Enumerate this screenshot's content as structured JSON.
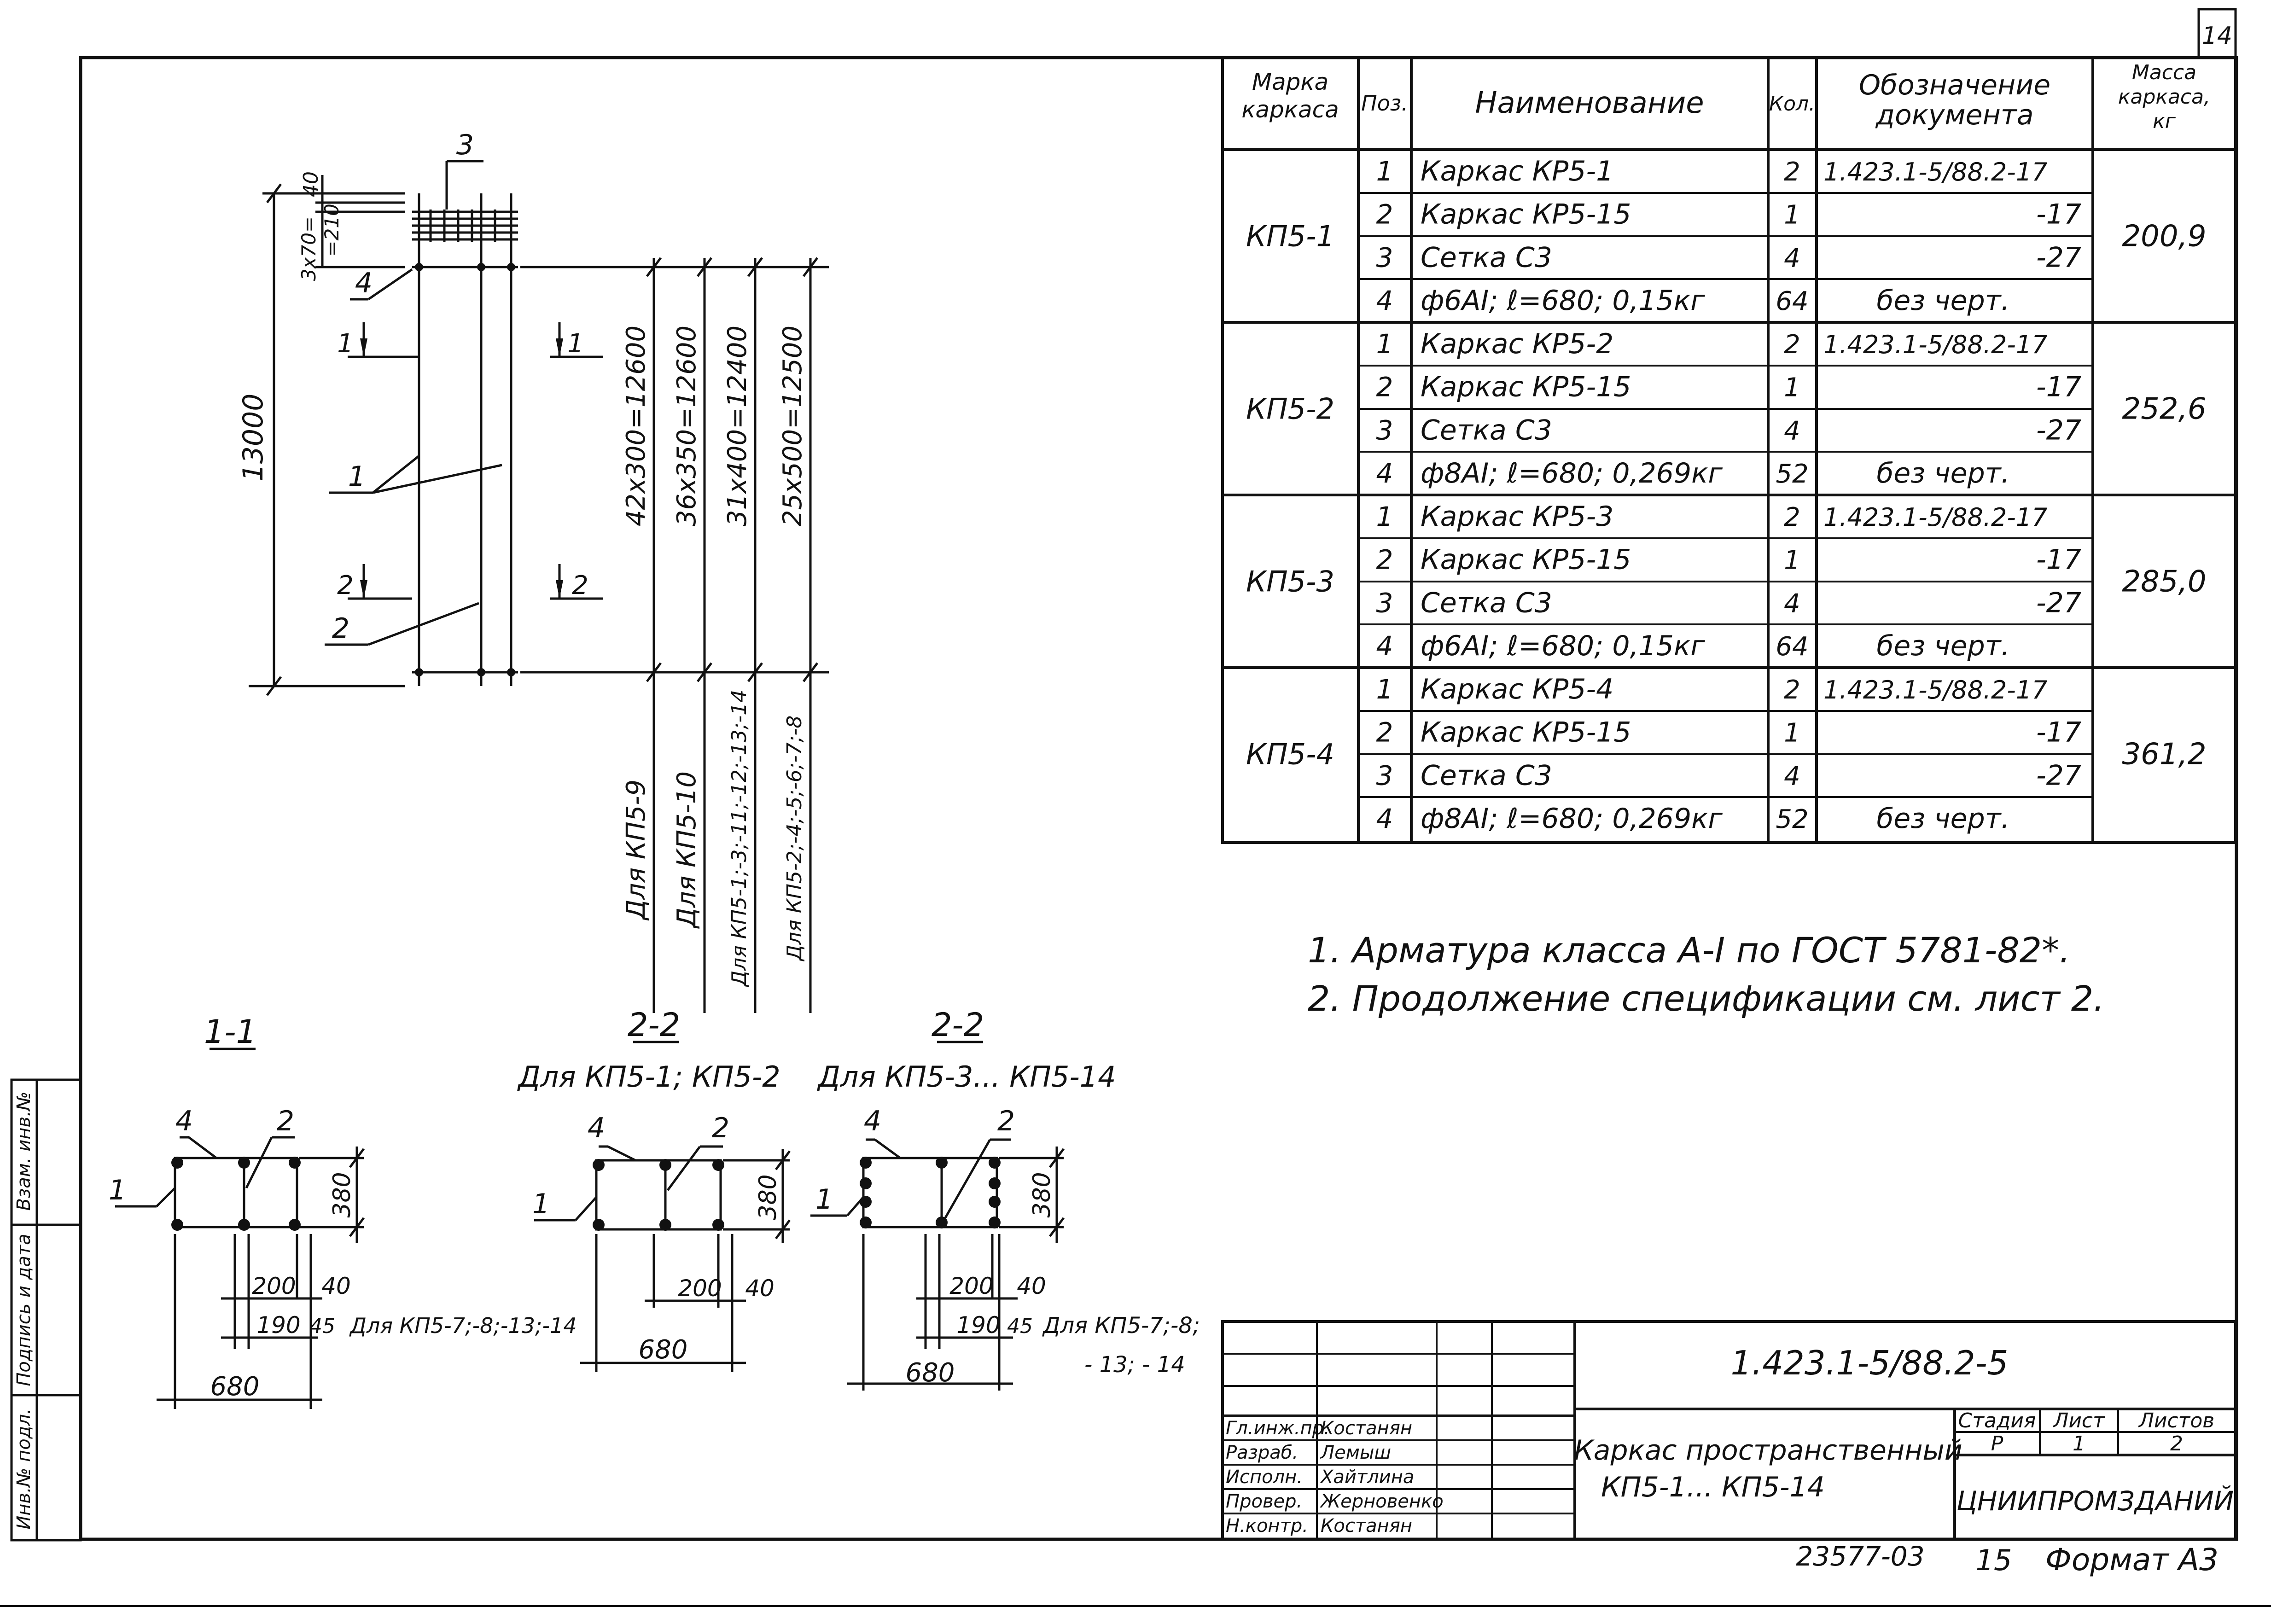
{
  "sheet_number": "14",
  "spec_table": {
    "headers": {
      "mark": [
        "Марка",
        "каркаса"
      ],
      "pos": "Поз.",
      "name": "Наименование",
      "qty": "Кол.",
      "doc": [
        "Обозначение",
        "документа"
      ],
      "mass": [
        "Масса",
        "каркаса,",
        "кг"
      ]
    },
    "groups": [
      {
        "mark": "КП5-1",
        "mass": "200,9",
        "rows": [
          {
            "pos": "1",
            "name": "Каркас КР5-1",
            "qty": "2",
            "doc": "1.423.1-5/88.2-17"
          },
          {
            "pos": "2",
            "name": "Каркас КР5-15",
            "qty": "1",
            "doc": "-17"
          },
          {
            "pos": "3",
            "name": "Сетка С3",
            "qty": "4",
            "doc": "-27"
          },
          {
            "pos": "4",
            "name": "ф6АI; ℓ=680; 0,15кг",
            "qty": "64",
            "doc": "без черт."
          }
        ]
      },
      {
        "mark": "КП5-2",
        "mass": "252,6",
        "rows": [
          {
            "pos": "1",
            "name": "Каркас КР5-2",
            "qty": "2",
            "doc": "1.423.1-5/88.2-17"
          },
          {
            "pos": "2",
            "name": "Каркас КР5-15",
            "qty": "1",
            "doc": "-17"
          },
          {
            "pos": "3",
            "name": "Сетка С3",
            "qty": "4",
            "doc": "-27"
          },
          {
            "pos": "4",
            "name": "ф8АI; ℓ=680; 0,269кг",
            "qty": "52",
            "doc": "без черт."
          }
        ]
      },
      {
        "mark": "КП5-3",
        "mass": "285,0",
        "rows": [
          {
            "pos": "1",
            "name": "Каркас КР5-3",
            "qty": "2",
            "doc": "1.423.1-5/88.2-17"
          },
          {
            "pos": "2",
            "name": "Каркас КР5-15",
            "qty": "1",
            "doc": "-17"
          },
          {
            "pos": "3",
            "name": "Сетка С3",
            "qty": "4",
            "doc": "-27"
          },
          {
            "pos": "4",
            "name": "ф6АI; ℓ=680; 0,15кг",
            "qty": "64",
            "doc": "без черт."
          }
        ]
      },
      {
        "mark": "КП5-4",
        "mass": "361,2",
        "rows": [
          {
            "pos": "1",
            "name": "Каркас КР5-4",
            "qty": "2",
            "doc": "1.423.1-5/88.2-17"
          },
          {
            "pos": "2",
            "name": "Каркас КР5-15",
            "qty": "1",
            "doc": "-17"
          },
          {
            "pos": "3",
            "name": "Сетка С3",
            "qty": "4",
            "doc": "-27"
          },
          {
            "pos": "4",
            "name": "ф8АI; ℓ=680; 0,269кг",
            "qty": "52",
            "doc": "без черт."
          }
        ]
      }
    ]
  },
  "notes": [
    "1. Арматура класса А-I по ГОСТ 5781-82*.",
    "2. Продолжение спецификации см. лист 2."
  ],
  "elevation": {
    "overall": "13000",
    "top_40": "40",
    "top_spacing_a": "3х70=",
    "top_spacing_b": "=210",
    "pos_labels": [
      "3",
      "4",
      "1",
      "2"
    ],
    "section_marks": [
      "1",
      "1",
      "2",
      "2"
    ],
    "dims": [
      "42х300=12600",
      "36х350=12600",
      "31х400=12400",
      "25х500=12500"
    ],
    "dims_for": [
      "Для КП5-9",
      "Для КП5-10",
      "Для КП5-1;-3;-11;-12;-13;-14",
      "Для КП5-2;-4;-5;-6;-7;-8"
    ]
  },
  "sections": [
    {
      "title": "1-1",
      "subtitle": "",
      "height": "380",
      "dim_200": "200",
      "dim_40": "40",
      "dim_190": "190",
      "dim_45": "45",
      "note": "Для КП5-7;-8;-13;-14",
      "width": "680",
      "labels": [
        "4",
        "2",
        "1"
      ]
    },
    {
      "title": "2-2",
      "subtitle": "Для КП5-1; КП5-2",
      "height": "380",
      "dim_200": "200",
      "dim_40": "40",
      "width": "680",
      "labels": [
        "4",
        "2",
        "1"
      ]
    },
    {
      "title": "2-2",
      "subtitle": "Для КП5-3... КП5-14",
      "height": "380",
      "dim_200": "200",
      "dim_40": "40",
      "dim_190": "190",
      "dim_45": "45",
      "note_a": "Для КП5-7;-8;",
      "note_b": "- 13; - 14",
      "width": "680",
      "labels": [
        "4",
        "2",
        "1"
      ]
    }
  ],
  "title_block": {
    "designation": "1.423.1-5/88.2-5",
    "title_line1": "Каркас пространственный",
    "title_line2": "КП5-1... КП5-14",
    "stage_label": "Стадия",
    "sheet_label": "Лист",
    "sheets_label": "Листов",
    "stage": "Р",
    "sheet": "1",
    "sheets": "2",
    "org": "ЦНИИПРОМЗДАНИЙ",
    "staff": [
      {
        "role": "Гл.инж.пр.",
        "name": "Костанян"
      },
      {
        "role": "Разраб.",
        "name": "Лемыш"
      },
      {
        "role": "Исполн.",
        "name": "Хайтлина"
      },
      {
        "role": "Провер.",
        "name": "Жерновенко"
      },
      {
        "role": "Н.контр.",
        "name": "Костанян"
      }
    ]
  },
  "side_stamp": [
    "Взам. инв.№",
    "Подпись и дата",
    "Инв.№ подл."
  ],
  "footer": {
    "inv": "23577-03",
    "page": "15",
    "format": "Формат А3"
  }
}
